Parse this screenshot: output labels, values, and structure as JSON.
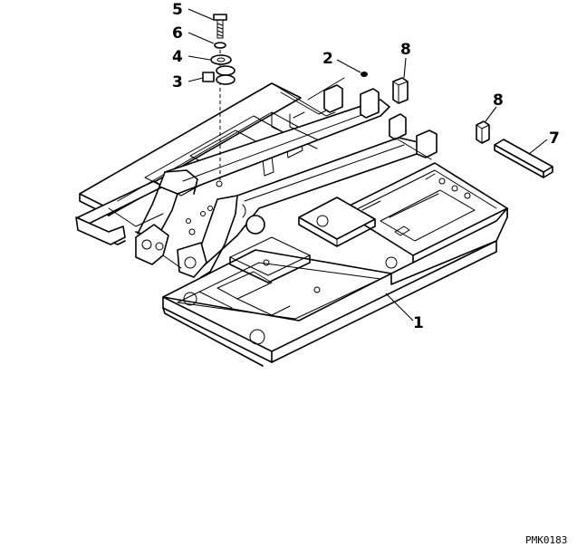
{
  "callouts": {
    "c1": "1",
    "c2": "2",
    "c3": "3",
    "c4": "4",
    "c5": "5",
    "c6": "6",
    "c7": "7",
    "c8a": "8",
    "c8b": "8"
  },
  "reference_code": "PMK0183"
}
